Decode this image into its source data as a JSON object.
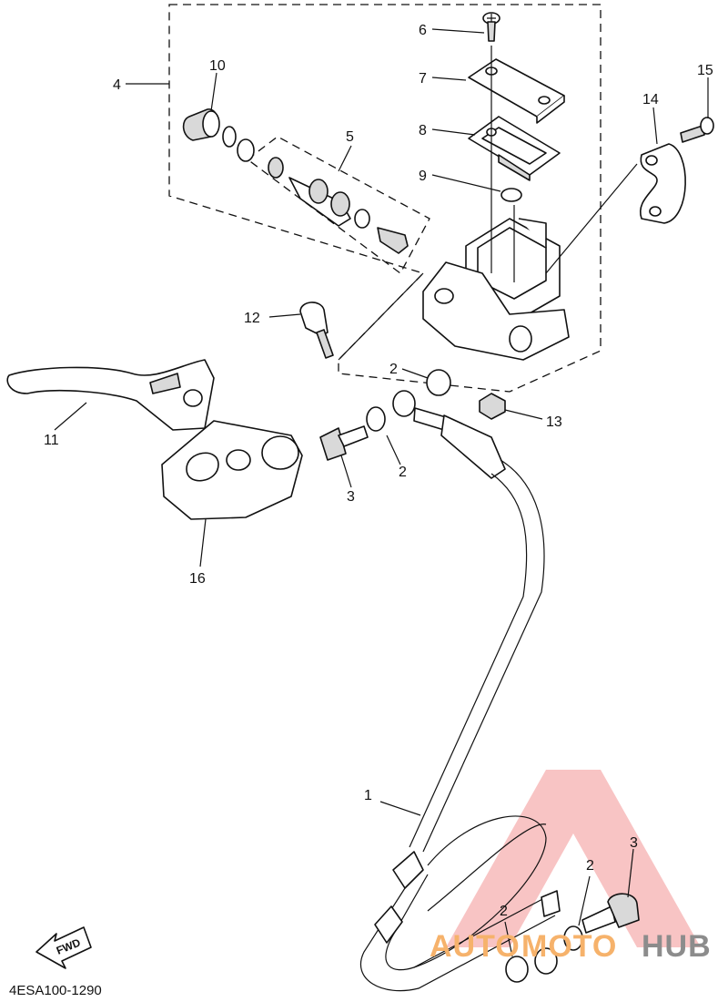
{
  "diagram_code": "4ESA100-1290",
  "direction_marker": "FWD",
  "watermark": {
    "part1": "AUTO",
    "part2": "MOTO",
    "part3": "HUB",
    "color_orange": "#f6b26b",
    "color_red": "#f08080",
    "color_grey": "#8c8c8c"
  },
  "callouts": {
    "n1": "1",
    "n2a": "2",
    "n2b": "2",
    "n2c": "2",
    "n2d": "2",
    "n3a": "3",
    "n3b": "3",
    "n4": "4",
    "n5": "5",
    "n6": "6",
    "n7": "7",
    "n8": "8",
    "n9": "9",
    "n10": "10",
    "n11": "11",
    "n12": "12",
    "n13": "13",
    "n14": "14",
    "n15": "15",
    "n16": "16"
  }
}
